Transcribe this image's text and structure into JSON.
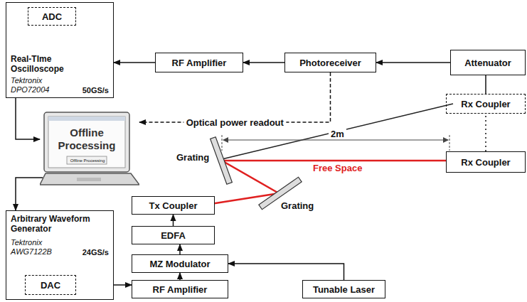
{
  "diagram": {
    "nodes": [
      {
        "text": [
          "Real-TIme Oscilloscope",
          "Tektronix DPO72004",
          "50GS/s"
        ]
      },
      {
        "text": [
          "ADC"
        ],
        "in": 0
      },
      {
        "text": [
          "RF Amplifier"
        ]
      },
      {
        "text": [
          "Photoreceiver"
        ]
      },
      {
        "text": [
          "Attenuator"
        ]
      },
      {
        "text": [
          "Rx Coupler"
        ]
      },
      {
        "text": [
          "Rx Coupler"
        ]
      },
      {
        "text": [
          "Offline Processing",
          "Offline Processing"
        ]
      },
      {
        "text": [
          "Tx Coupler"
        ]
      },
      {
        "text": [
          "EDFA"
        ]
      },
      {
        "text": [
          "MZ Modulator"
        ]
      },
      {
        "text": [
          "Arbitrary Waveform Generator",
          "Tektronix AWG7122B",
          "24GS/s"
        ]
      },
      {
        "text": [
          "DAC"
        ],
        "in": 11
      },
      {
        "text": [
          "RF Amplifier"
        ]
      },
      {
        "text": [
          "Tunable Laser"
        ]
      }
    ],
    "edges": [
      {
        "from": 2,
        "to": 0,
        "arrow": "to"
      },
      {
        "from": 3,
        "to": 2,
        "arrow": "to"
      },
      {
        "from": 4,
        "to": 3,
        "arrow": "to"
      },
      {
        "from": 5,
        "to": 4,
        "arrow": "none"
      },
      {
        "from": 6,
        "to": 5,
        "arrow": "none"
      },
      {
        "from": 3,
        "to": 7,
        "label": "Optical power readout",
        "arrow": "to"
      },
      {
        "from": 0,
        "to": 7,
        "arrow": "to"
      },
      {
        "from": 7,
        "to": 11,
        "arrow": "to"
      },
      {
        "from": 12,
        "to": 13,
        "arrow": "to"
      },
      {
        "from": 13,
        "to": 10,
        "arrow": "to"
      },
      {
        "from": 10,
        "to": 9,
        "arrow": "to"
      },
      {
        "from": 9,
        "to": 8,
        "arrow": "to"
      },
      {
        "from": 14,
        "to": 10,
        "arrow": "to"
      }
    ],
    "labels": [
      "Grating",
      "Grating",
      "2m",
      "Free Space"
    ]
  }
}
